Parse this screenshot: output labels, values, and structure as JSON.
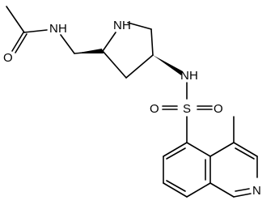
{
  "molecule": {
    "atoms": {
      "amide_n": "N",
      "amide_h": "H",
      "carbonyl_o": "O",
      "ring_n": "N",
      "ring_h": "H",
      "sulfonamide_n": "N",
      "sulfonamide_h": "H",
      "sulfur": "S",
      "sulfonyl_o_left": "O",
      "sulfonyl_o_right": "O",
      "isoquinoline_n": "N"
    }
  },
  "colors": {
    "bond": "#000000",
    "text": "#000000",
    "background": "#ffffff"
  }
}
